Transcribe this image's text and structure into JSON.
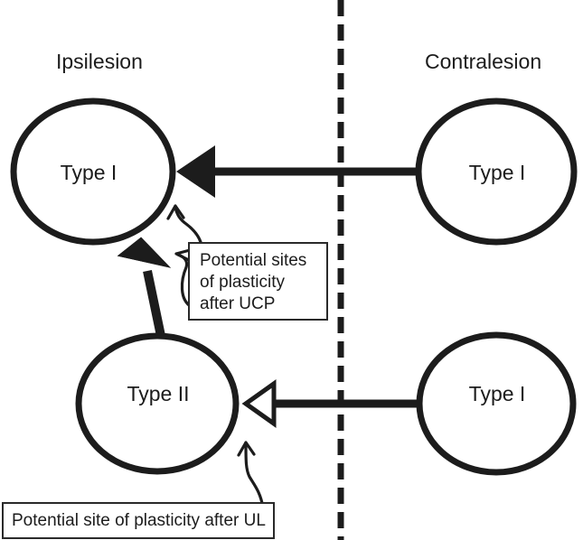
{
  "figure": {
    "type": "schematic-diagram",
    "background_color": "#ffffff",
    "stroke_color": "#1c1c1c"
  },
  "hemispheres": {
    "left_label": "Ipsilesion",
    "right_label": "Contralesion",
    "divider": "vertical-dashed-line"
  },
  "nodes": [
    {
      "id": "top-left",
      "label": "Type I",
      "side": "ipsilesion"
    },
    {
      "id": "top-right",
      "label": "Type I",
      "side": "contralesion"
    },
    {
      "id": "bottom-left",
      "label": "Type II",
      "side": "ipsilesion"
    },
    {
      "id": "bottom-right",
      "label": "Type I",
      "side": "contralesion"
    }
  ],
  "connections": [
    {
      "from": "top-right",
      "to": "top-left",
      "arrowhead": "filled-triangle"
    },
    {
      "from": "bottom-left",
      "to": "top-left",
      "arrowhead": "filled-triangle"
    },
    {
      "from": "bottom-right",
      "to": "bottom-left",
      "arrowhead": "open-triangle"
    }
  ],
  "callouts": {
    "ucp": {
      "lines": [
        "Potential sites",
        "of plasticity",
        "after UCP"
      ],
      "line1": "Potential sites",
      "line2": "of plasticity",
      "line3": "after UCP",
      "leader_count": 2
    },
    "ul": {
      "text": "Potential site of plasticity after UL",
      "leader_count": 1
    }
  }
}
